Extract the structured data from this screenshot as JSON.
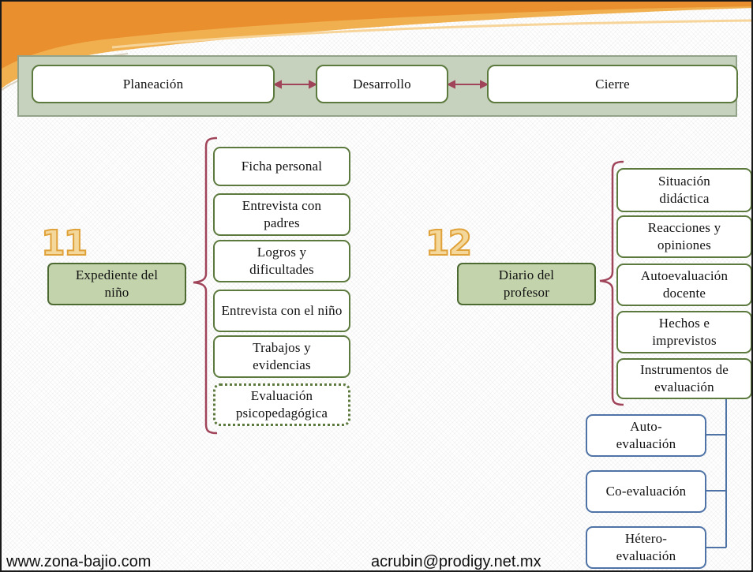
{
  "phases": {
    "planeacion": "Planeación",
    "desarrollo": "Desarrollo",
    "cierre": "Cierre"
  },
  "section11": {
    "number": "11",
    "main": "Expediente del niño",
    "items": [
      "Ficha personal",
      "Entrevista con padres",
      "Logros y dificultades",
      "Entrevista con el niño",
      "Trabajos y evidencias",
      "Evaluación psicopedagógica"
    ]
  },
  "section12": {
    "number": "12",
    "main": "Diario del profesor",
    "items": [
      "Situación didáctica",
      "Reacciones y opiniones",
      "Autoevaluación docente",
      "Hechos e imprevistos",
      "Instrumentos de evaluación"
    ],
    "evaluation_types": [
      "Auto-evaluación",
      "Co-evaluación",
      "Hétero-evaluación"
    ]
  },
  "footer": {
    "website": "www.zona-bajio.com",
    "email": "acrubin@prodigy.net.mx"
  },
  "colors": {
    "item_border": "#5c7a3e",
    "main_fill": "#c3d3ac",
    "sub_border": "#4f73a6",
    "bracket": "#a0445a",
    "number_fill": "#f4d79a"
  }
}
